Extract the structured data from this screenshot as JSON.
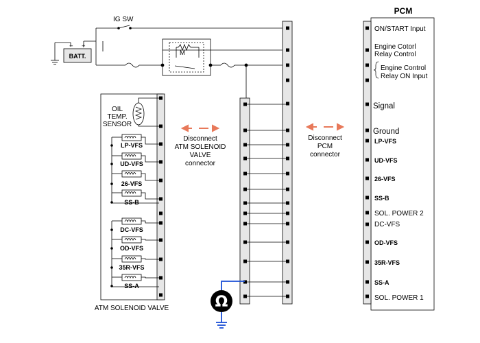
{
  "battery": {
    "label": "BATT."
  },
  "ignition_switch": {
    "label": "IG SW"
  },
  "pcm": {
    "title": "PCM",
    "pins": [
      {
        "label": "ON/START Input",
        "weight": "normal"
      },
      {
        "label": "Engine Cotorl",
        "weight": "normal"
      },
      {
        "label": "Relay Control",
        "weight": "normal"
      },
      {
        "label": "Engine Control",
        "weight": "normal"
      },
      {
        "label": "Relay ON Input",
        "weight": "normal"
      },
      {
        "label": "Signal",
        "weight": "normal"
      },
      {
        "label": "Ground",
        "weight": "normal"
      },
      {
        "label": "LP-VFS",
        "weight": "bold"
      },
      {
        "label": "UD-VFS",
        "weight": "bold"
      },
      {
        "label": "26-VFS",
        "weight": "bold"
      },
      {
        "label": "SS-B",
        "weight": "bold"
      },
      {
        "label": "SOL. POWER 2",
        "weight": "normal"
      },
      {
        "label": "DC-VFS",
        "weight": "normal"
      },
      {
        "label": "OD-VFS",
        "weight": "bold"
      },
      {
        "label": "35R-VFS",
        "weight": "bold"
      },
      {
        "label": "SS-A",
        "weight": "bold"
      },
      {
        "label": "SOL. POWER 1",
        "weight": "normal"
      }
    ]
  },
  "solenoid_valve": {
    "title": "ATM SOLENOID VALVE",
    "sensor_label": [
      "OIL",
      "TEMP.",
      "SENSOR"
    ],
    "solenoids": [
      "LP-VFS",
      "UD-VFS",
      "26-VFS",
      "SS-B",
      "DC-VFS",
      "OD-VFS",
      "35R-VFS",
      "SS-A"
    ]
  },
  "disconnect_left": {
    "lines": [
      "Disconnect",
      "ATM SOLENOID",
      "VALVE",
      "connector"
    ]
  },
  "disconnect_right": {
    "lines": [
      "Disconnect",
      "PCM",
      "connector"
    ]
  },
  "meter": {
    "symbol": "Ω"
  },
  "colors": {
    "arrow": "#e8795a",
    "meter_wire": "#1a4fd6",
    "wire": "#000000",
    "connector_fill": "#e6e6e6"
  }
}
